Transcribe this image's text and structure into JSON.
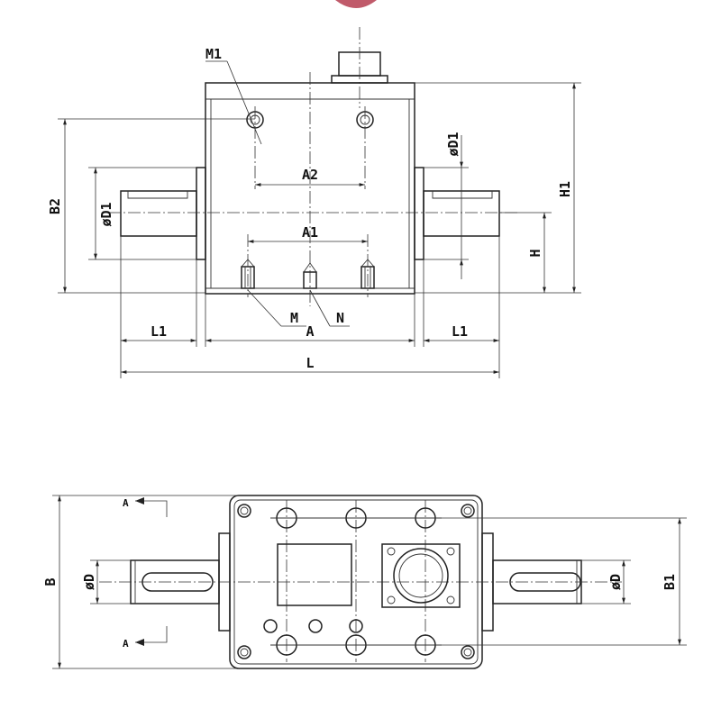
{
  "drawing": {
    "top_view_labels": {
      "M1": "M1",
      "A2": "A2",
      "A1": "A1",
      "D1_left": "øD1",
      "D1_right": "øD1",
      "B2": "B2",
      "H1": "H1",
      "H": "H",
      "M": "M",
      "N": "N",
      "L1_left": "L1",
      "A": "A",
      "L1_right": "L1",
      "L": "L"
    },
    "bottom_view_labels": {
      "section_top": "A",
      "section_bottom": "A",
      "B": "B",
      "D_left": "øD",
      "D_right": "øD",
      "B1": "B1"
    }
  }
}
